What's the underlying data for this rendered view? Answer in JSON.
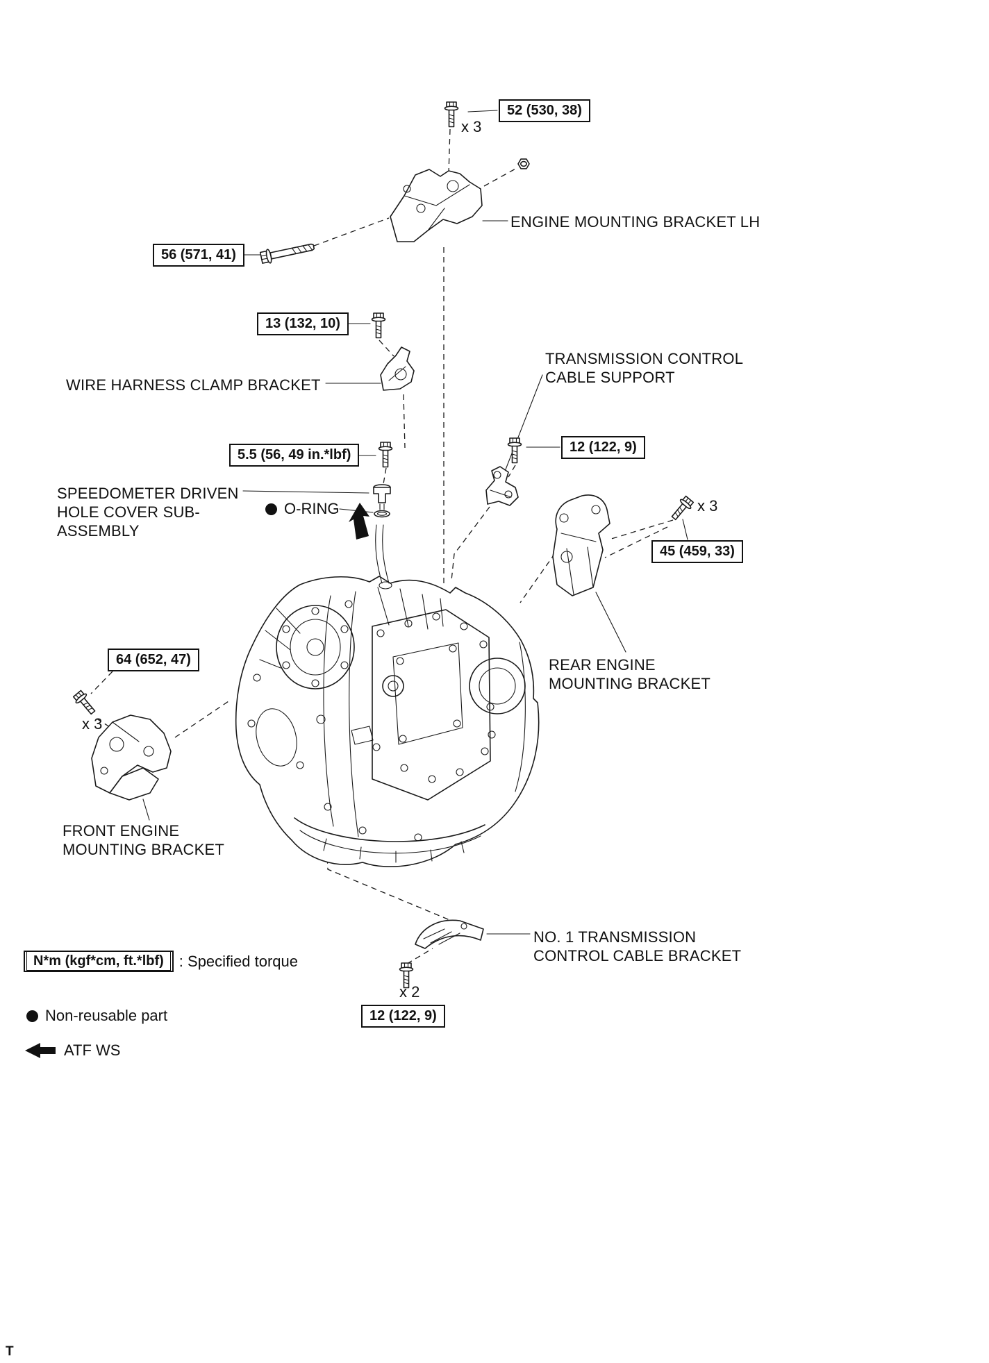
{
  "figure": {
    "type": "exploded-parts-diagram",
    "subject": "Automatic transaxle assembly with mounting brackets",
    "line_color": "#1a1a1a",
    "background": "#ffffff"
  },
  "torque_specs": [
    {
      "label": "52 (530, 38)",
      "qty": "x 3"
    },
    {
      "label": "56 (571, 41)"
    },
    {
      "label": "13 (132, 10)"
    },
    {
      "label": "5.5 (56, 49 in.*lbf)"
    },
    {
      "label": "12 (122, 9)"
    },
    {
      "label": "45 (459, 33)",
      "qty": "x 3"
    },
    {
      "label": "64 (652, 47)",
      "qty": "x 3"
    },
    {
      "label": "12 (122, 9)",
      "qty": "x 2"
    }
  ],
  "labels": {
    "engine_mounting_bracket_lh": [
      "ENGINE MOUNTING BRACKET LH"
    ],
    "wire_harness_clamp_bracket": [
      "WIRE HARNESS CLAMP BRACKET"
    ],
    "transmission_control_cable_support": [
      "TRANSMISSION CONTROL",
      "CABLE SUPPORT"
    ],
    "speedometer_driven_hole_cover": [
      "SPEEDOMETER DRIVEN",
      "HOLE COVER SUB-",
      "ASSEMBLY"
    ],
    "o_ring": [
      "O-RING"
    ],
    "rear_engine_mounting_bracket": [
      "REAR ENGINE",
      "MOUNTING BRACKET"
    ],
    "front_engine_mounting_bracket": [
      "FRONT ENGINE",
      "MOUNTING BRACKET"
    ],
    "no1_transmission_control_cable_bracket": [
      "NO. 1 TRANSMISSION",
      "CONTROL CABLE BRACKET"
    ]
  },
  "legend": {
    "torque_box": "N*m (kgf*cm, ft.*lbf)",
    "torque_meaning": ": Specified torque",
    "non_reusable": "Non-reusable part",
    "atf": "ATF WS"
  },
  "footer_mark": "T"
}
